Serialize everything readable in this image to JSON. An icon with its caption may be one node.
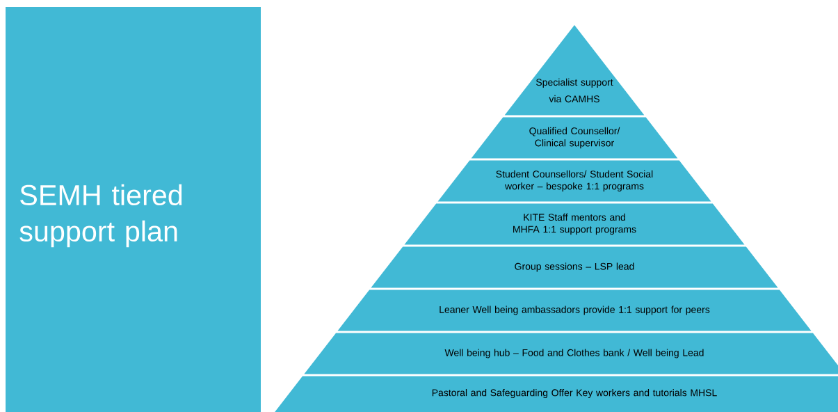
{
  "diagram": {
    "nodes": [
      {
        "text": [
          "SEMH tiered support plan"
        ]
      },
      {
        "text": [
          "Specialist support via CAMHS"
        ]
      },
      {
        "text": [
          "Qualified Counsellor/ Clinical supervisor"
        ]
      },
      {
        "text": [
          "Student Counsellors/ Student Social worker – bespoke 1:1 programs"
        ]
      },
      {
        "text": [
          "KITE Staff mentors and MHFA 1:1 support programs"
        ]
      },
      {
        "text": [
          "Group sessions – LSP lead"
        ]
      },
      {
        "text": [
          "Leaner Well  being ambassadors provide 1:1 support for peers"
        ]
      },
      {
        "text": [
          "Well being hub – Food and Clothes bank / Well being Lead"
        ]
      },
      {
        "text": [
          "Pastoral and Safeguarding Offer Key workers and tutorials  MHSL"
        ]
      }
    ]
  }
}
